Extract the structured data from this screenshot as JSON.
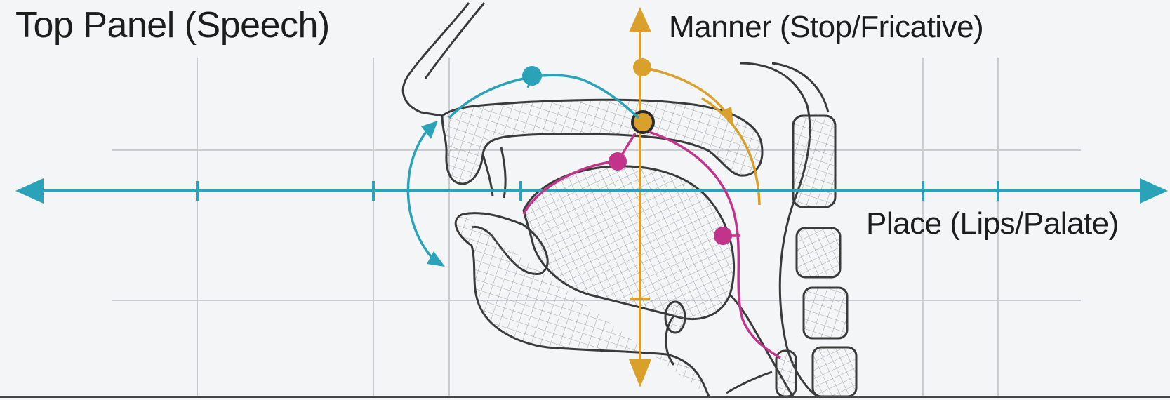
{
  "panel": {
    "title": "Top Panel (Speech)"
  },
  "axes": {
    "vertical": {
      "label": "Manner (Stop/Fricative)",
      "color": "#d9a12c"
    },
    "horizontal": {
      "label": "Place (Lips/Palate)",
      "color": "#2aa3b8"
    }
  },
  "colors": {
    "grid": "#c9cdd2",
    "outline": "#3a3a3a",
    "mesh": "#8b8f94",
    "teal": "#2aa3b8",
    "gold": "#d9a12c",
    "magenta": "#c2338c"
  },
  "icons": [
    "arrow-left-icon",
    "arrow-right-icon",
    "arrow-up-icon",
    "arrow-down-icon"
  ]
}
